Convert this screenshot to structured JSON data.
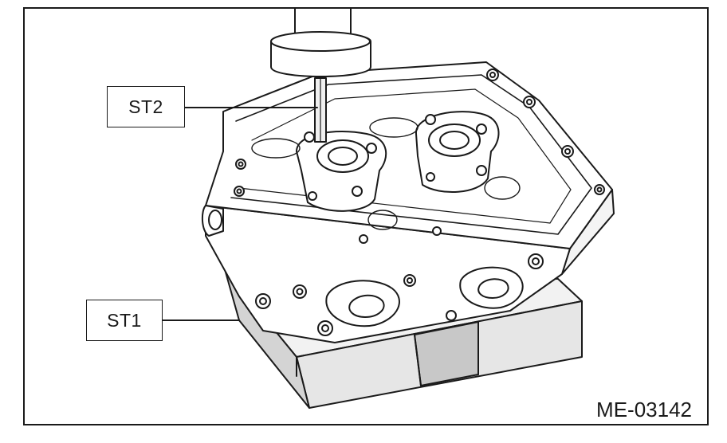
{
  "figure": {
    "labels": {
      "st2": "ST2",
      "st1": "ST1"
    },
    "reference_code": "ME-03142",
    "colors": {
      "line": "#1a1a1a",
      "fill": "#ffffff",
      "fixture_face": "#e6e6e6",
      "fixture_shadow": "#c8c8c8"
    }
  }
}
